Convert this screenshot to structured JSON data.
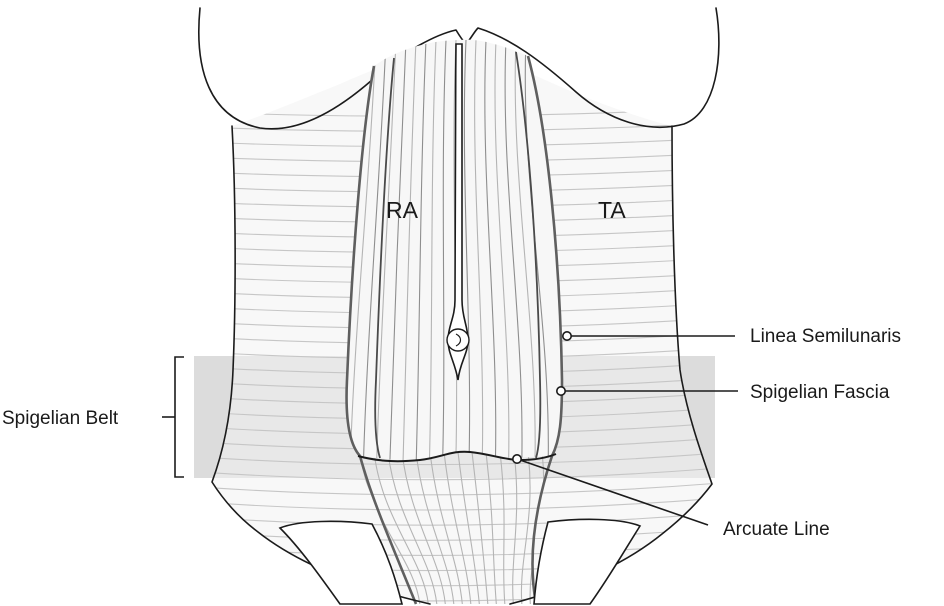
{
  "labels": {
    "rectus": "RA",
    "transversus": "TA",
    "linea_semilunaris": "Linea Semilunaris",
    "spigelian_fascia": "Spigelian Fascia",
    "spigelian_belt": "Spigelian Belt",
    "arcuate_line": "Arcuate Line"
  },
  "colors": {
    "outline": "#1b1b1b",
    "belt_band": "#dcdcdc",
    "rectus_edge": "#5f5f5f",
    "fiber": "#b4b4b4"
  }
}
